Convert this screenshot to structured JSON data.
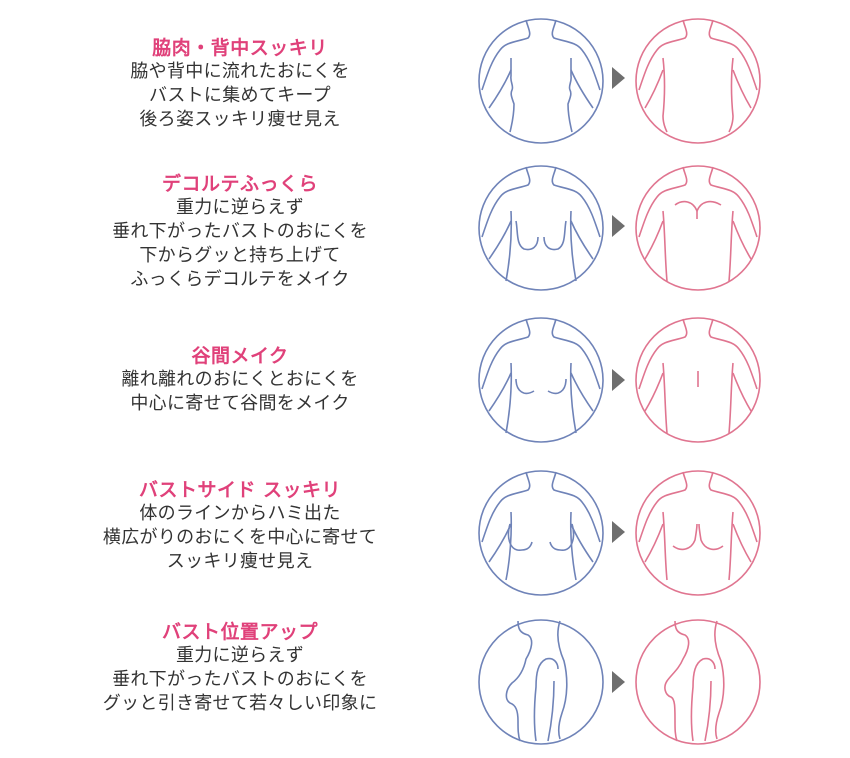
{
  "colors": {
    "title": "#e0417a",
    "body_text": "#333333",
    "before_line": "#6f83b8",
    "after_line": "#e07590",
    "arrow": "#6e6e6e"
  },
  "sections": [
    {
      "title": "脇肉・背中スッキリ",
      "lines": [
        "脇や背中に流れたおにくを",
        "バストに集めてキープ",
        "後ろ姿スッキリ痩せ見え"
      ],
      "before_icon": "torso-front-before-icon",
      "after_icon": "torso-front-after-icon"
    },
    {
      "title": "デコルテふっくら",
      "lines": [
        "重力に逆らえず",
        "垂れ下がったバストのおにくを",
        "下からグッと持ち上げて",
        "ふっくらデコルテをメイク"
      ],
      "before_icon": "sagging-bust-before-icon",
      "after_icon": "lifted-decollete-after-icon"
    },
    {
      "title": "谷間メイク",
      "lines": [
        "離れ離れのおにくとおにくを",
        "中心に寄せて谷間をメイク"
      ],
      "before_icon": "separated-bust-before-icon",
      "after_icon": "cleavage-after-icon"
    },
    {
      "title": "バストサイド スッキリ",
      "lines": [
        "体のラインからハミ出た",
        "横広がりのおにくを中心に寄せて",
        "スッキリ痩せ見え"
      ],
      "before_icon": "side-spread-before-icon",
      "after_icon": "centered-bust-after-icon"
    },
    {
      "title": "バスト位置アップ",
      "lines": [
        "重力に逆らえず",
        "垂れ下がったバストのおにくを",
        "グッと引き寄せて若々しい印象に"
      ],
      "before_icon": "side-profile-low-before-icon",
      "after_icon": "side-profile-high-after-icon"
    }
  ]
}
